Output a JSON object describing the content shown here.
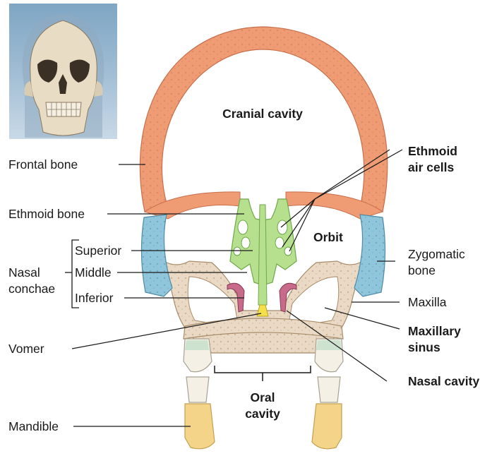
{
  "labels": {
    "cranial_cavity": "Cranial cavity",
    "frontal_bone": "Frontal bone",
    "ethmoid_bone": "Ethmoid bone",
    "ethmoid_air_cells_line1": "Ethmoid",
    "ethmoid_air_cells_line2": "air cells",
    "orbit": "Orbit",
    "nasal_line1": "Nasal",
    "nasal_line2": "conchae",
    "superior": "Superior",
    "middle": "Middle",
    "inferior": "Inferior",
    "zygomatic_line1": "Zygomatic",
    "zygomatic_line2": "bone",
    "maxilla": "Maxilla",
    "maxillary_line1": "Maxillary",
    "maxillary_line2": "sinus",
    "vomer": "Vomer",
    "nasal_cavity": "Nasal cavity",
    "oral_line1": "Oral",
    "oral_line2": "cavity",
    "mandible": "Mandible"
  },
  "colors": {
    "frontal_bone": "#ef9b74",
    "ethmoid_bone": "#b6df8e",
    "zygomatic_bone": "#8fc6dc",
    "maxilla": "#ead9c4",
    "nasal_conchae": "#c86a8a",
    "vomer": "#f3e04a",
    "teeth": "#f4f0e6",
    "mandible": "#f3d488",
    "leader_line": "#1a1a1a"
  }
}
